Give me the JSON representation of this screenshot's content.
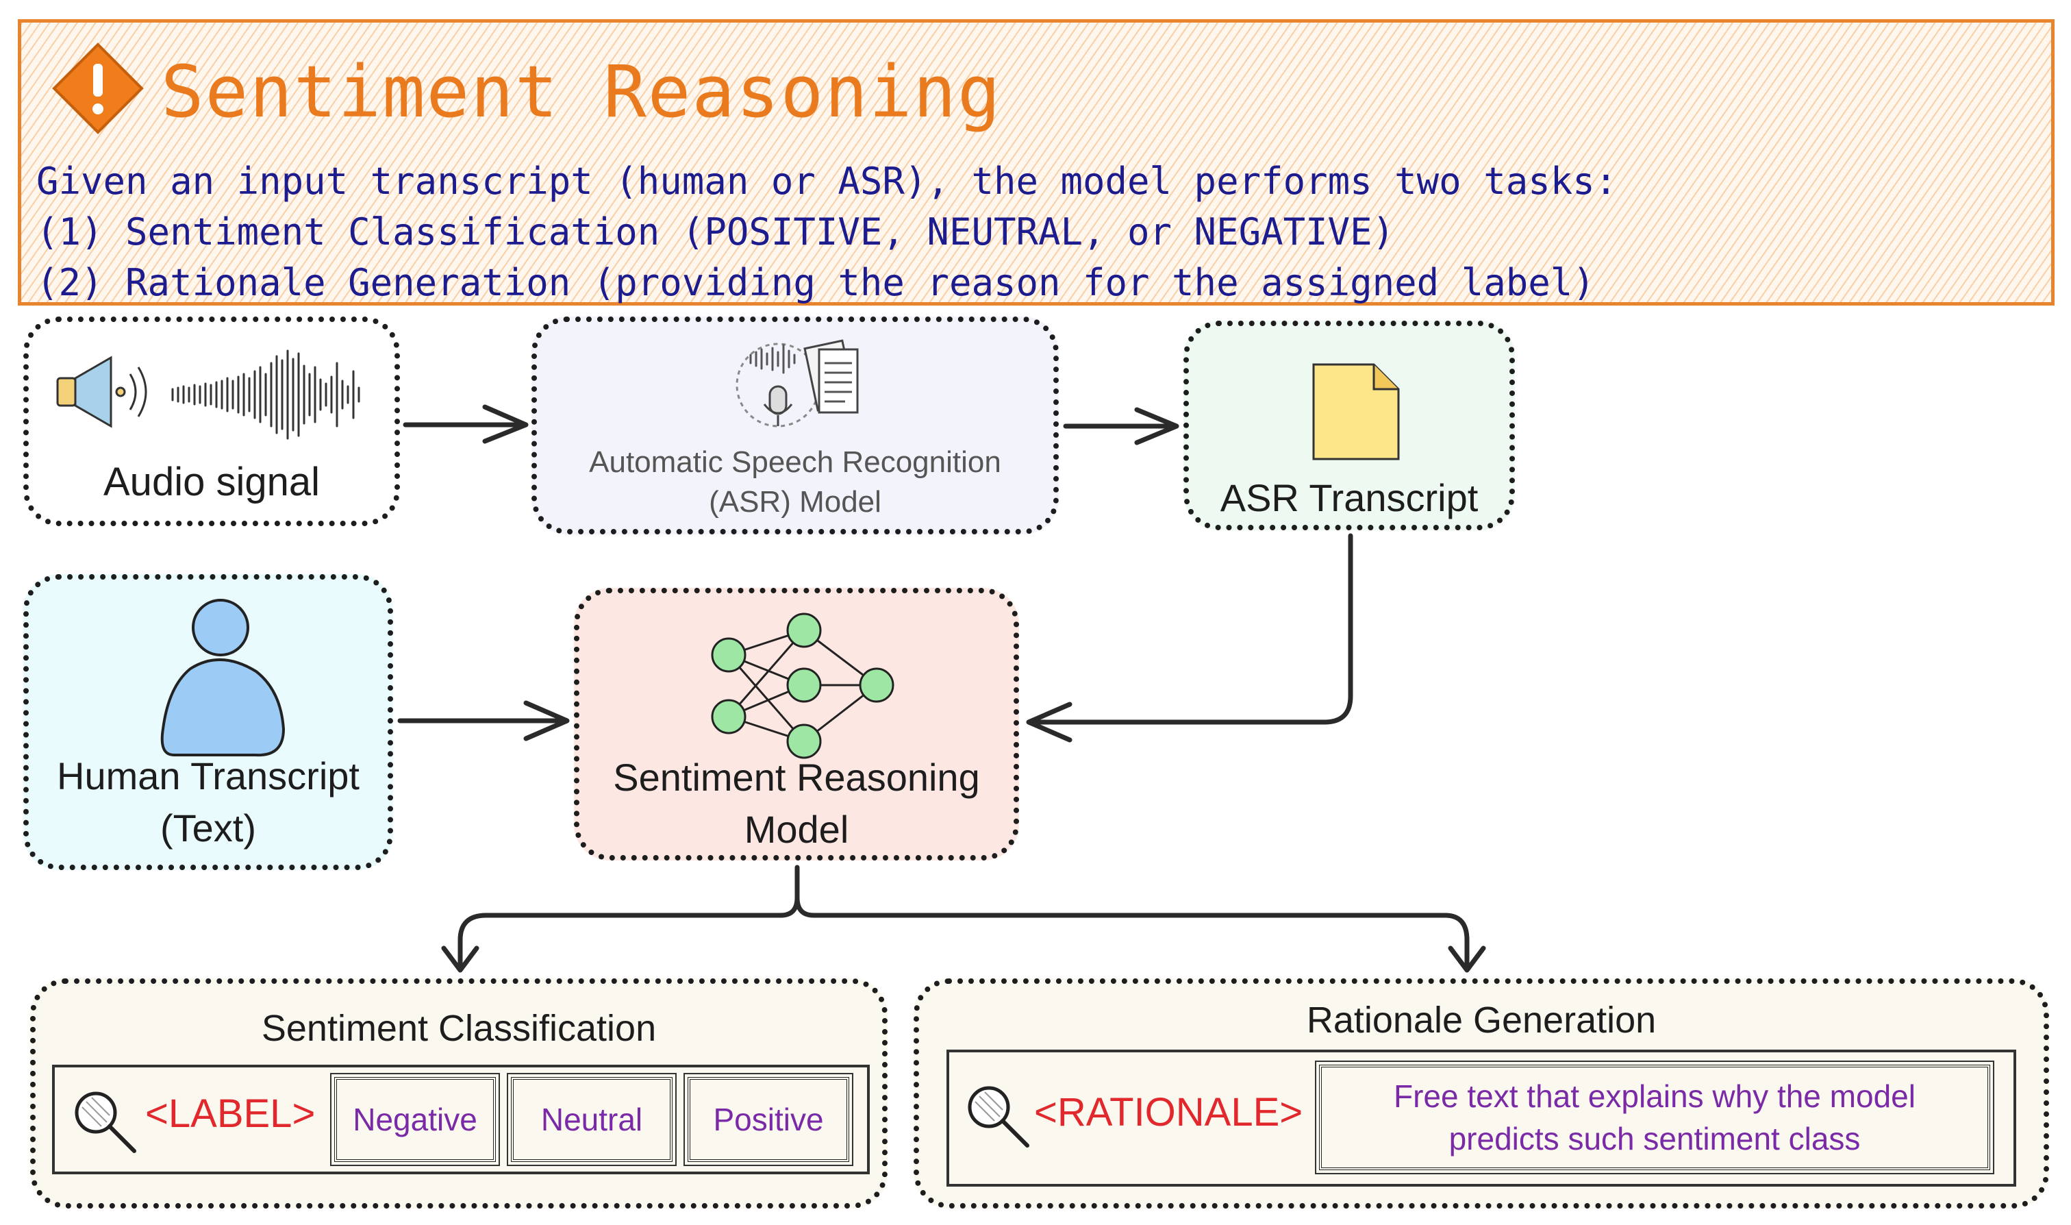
{
  "banner": {
    "title": "Sentiment Reasoning",
    "line1": "Given an input transcript (human or ASR), the model performs two tasks:",
    "line2": "(1) Sentiment Classification (POSITIVE, NEUTRAL, or NEGATIVE)",
    "line3": "(2) Rationale Generation (providing the reason for the assigned label)"
  },
  "nodes": {
    "audio": "Audio signal",
    "asr_model_line1": "Automatic Speech Recognition",
    "asr_model_line2": "(ASR) Model",
    "asr_transcript": "ASR Transcript",
    "human_line1": "Human Transcript",
    "human_line2": "(Text)",
    "model_line1": "Sentiment Reasoning",
    "model_line2": "Model"
  },
  "classification": {
    "title": "Sentiment Classification",
    "tag": "<LABEL>",
    "options": [
      "Negative",
      "Neutral",
      "Positive"
    ]
  },
  "rationale": {
    "title": "Rationale Generation",
    "tag": "<RATIONALE>",
    "text_line1": "Free text that explains why the model",
    "text_line2": "predicts such sentiment class"
  },
  "colors": {
    "banner_accent": "#ea7a1e",
    "banner_text": "#1c1c8e",
    "tag_red": "#e0282d",
    "option_purple": "#7a2aa6",
    "node_green": "#9ee6a4",
    "person_blue": "#9ccbf5",
    "doc_yellow": "#fde58a"
  }
}
